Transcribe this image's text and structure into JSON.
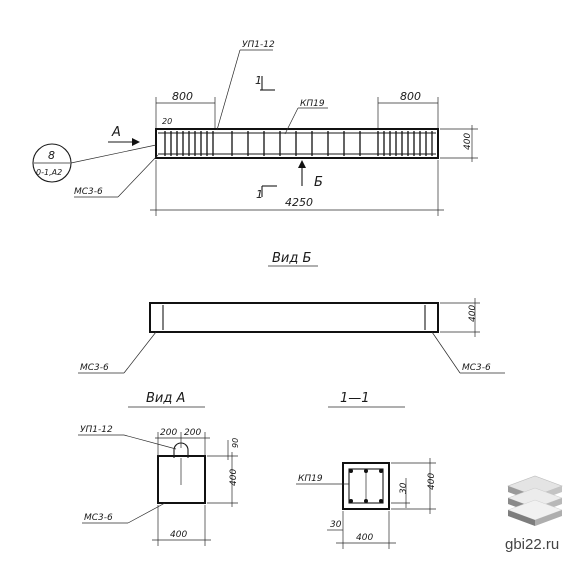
{
  "plan": {
    "lbl_up": "УП1-12",
    "lbl_kp": "КП19",
    "lbl_mc": "МС3-6",
    "dim_left": "800",
    "dim_right": "800",
    "dim_total": "4250",
    "dim_height": "400",
    "dim_small": "20",
    "section_mark": "1",
    "view_arrow_a": "А",
    "view_arrow_b": "Б",
    "callout_top": "8",
    "callout_bottom": "0-1,А2"
  },
  "view_b": {
    "title": "Вид Б",
    "dim_height": "400",
    "lbl_mc_left": "МС3-6",
    "lbl_mc_right": "МС3-6"
  },
  "view_a": {
    "title": "Вид А",
    "lbl_up": "УП1-12",
    "lbl_mc": "МС3-6",
    "dim_200a": "200",
    "dim_200b": "200",
    "dim_90": "90",
    "dim_height": "400",
    "dim_width": "400"
  },
  "section": {
    "title": "1—1",
    "lbl_kp": "КП19",
    "dim_30a": "30",
    "dim_30b": "30",
    "dim_height": "400",
    "dim_width": "400"
  },
  "watermark": {
    "site": "gbi22.ru",
    "logo_icon": "stacked-slabs-icon"
  }
}
